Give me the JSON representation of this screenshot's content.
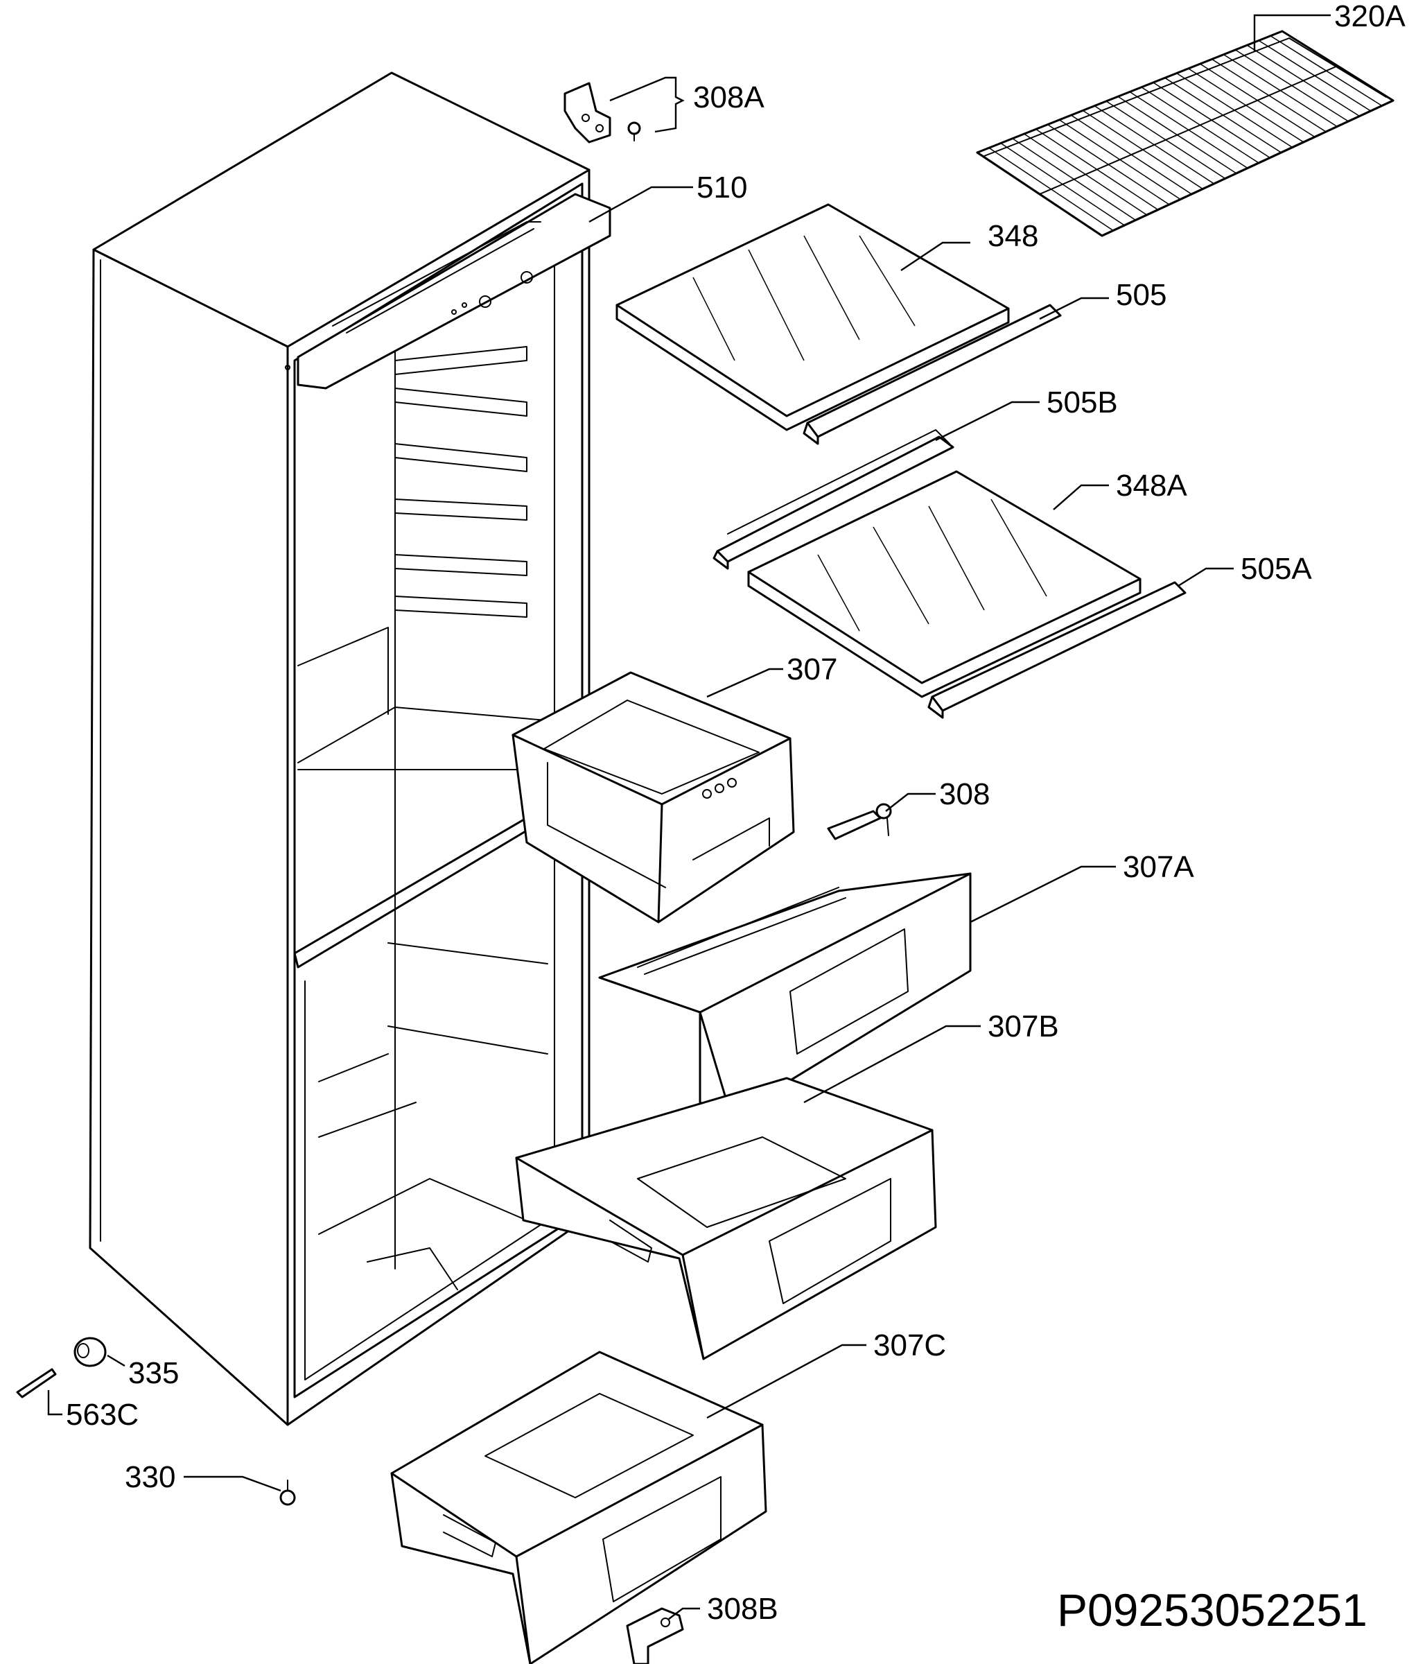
{
  "callouts": {
    "c_320a": "320A",
    "c_308a": "308A",
    "c_510": "510",
    "c_348": "348",
    "c_505": "505",
    "c_505b": "505B",
    "c_348a": "348A",
    "c_505a": "505A",
    "c_307": "307",
    "c_308": "308",
    "c_307a": "307A",
    "c_307b": "307B",
    "c_307c": "307C",
    "c_335": "335",
    "c_563c": "563C",
    "c_330": "330",
    "c_308b": "308B"
  },
  "document_code": "P09253052251"
}
